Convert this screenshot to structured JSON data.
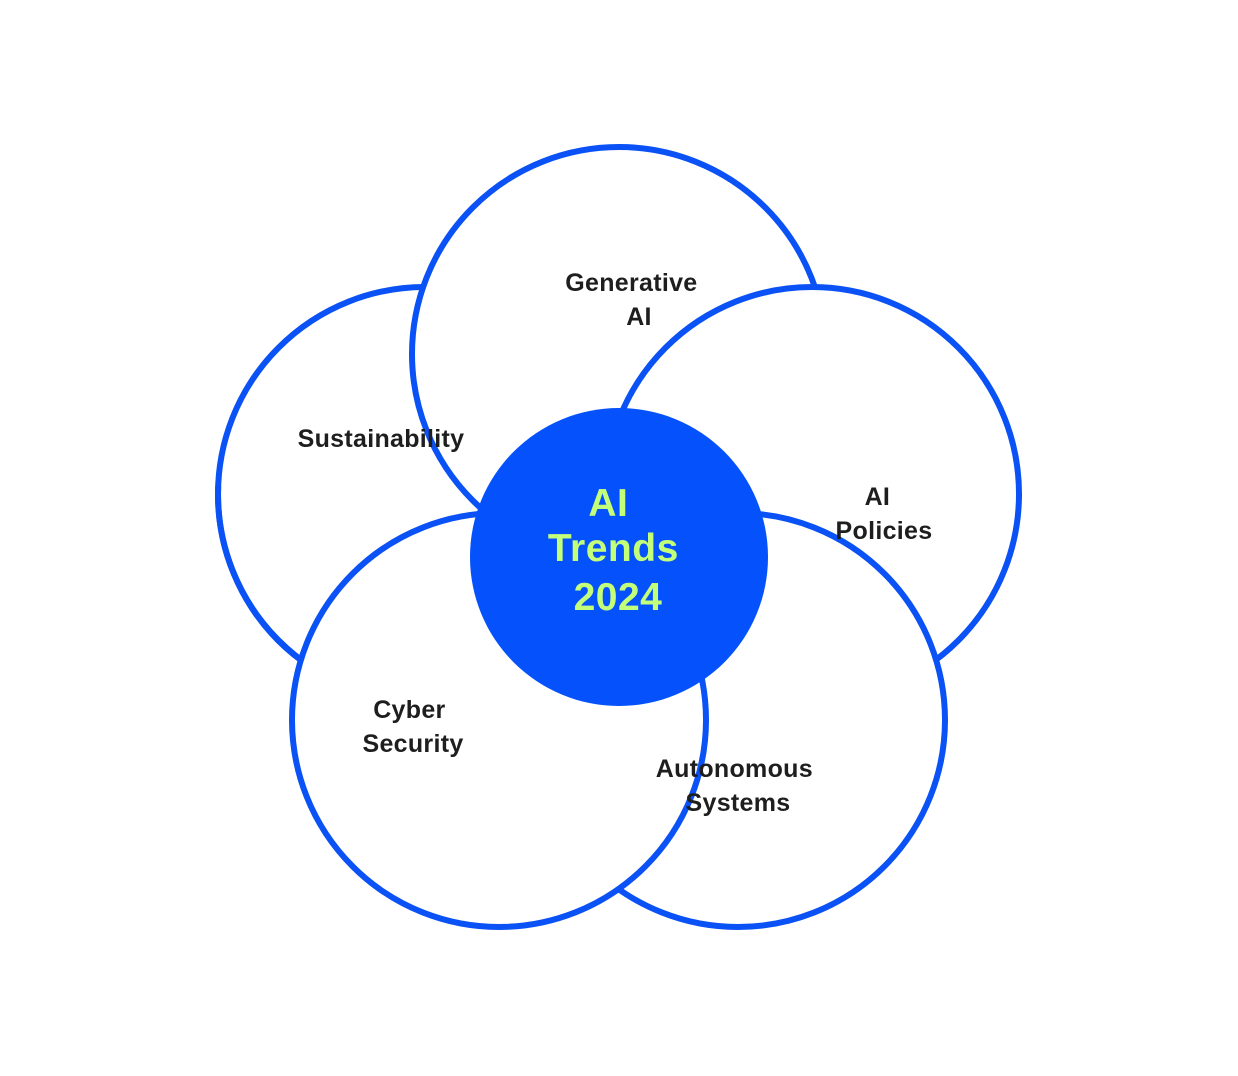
{
  "colors": {
    "ring_stroke": "#0A52F5",
    "center_fill": "#0552FC",
    "center_text": "#C4FF7A",
    "label_text": "#1E1E1E",
    "background": "#FFFFFF"
  },
  "center": {
    "lines": [
      "AI",
      "Trends",
      "2024"
    ]
  },
  "topics": [
    {
      "id": "generative-ai",
      "lines": [
        "Generative",
        "AI"
      ]
    },
    {
      "id": "ai-policies",
      "lines": [
        "AI",
        "Policies"
      ]
    },
    {
      "id": "autonomous-systems",
      "lines": [
        "Autonomous",
        "Systems"
      ]
    },
    {
      "id": "cyber-security",
      "lines": [
        "Cyber",
        "Security"
      ]
    },
    {
      "id": "sustainability",
      "lines": [
        "Sustainability"
      ]
    }
  ]
}
